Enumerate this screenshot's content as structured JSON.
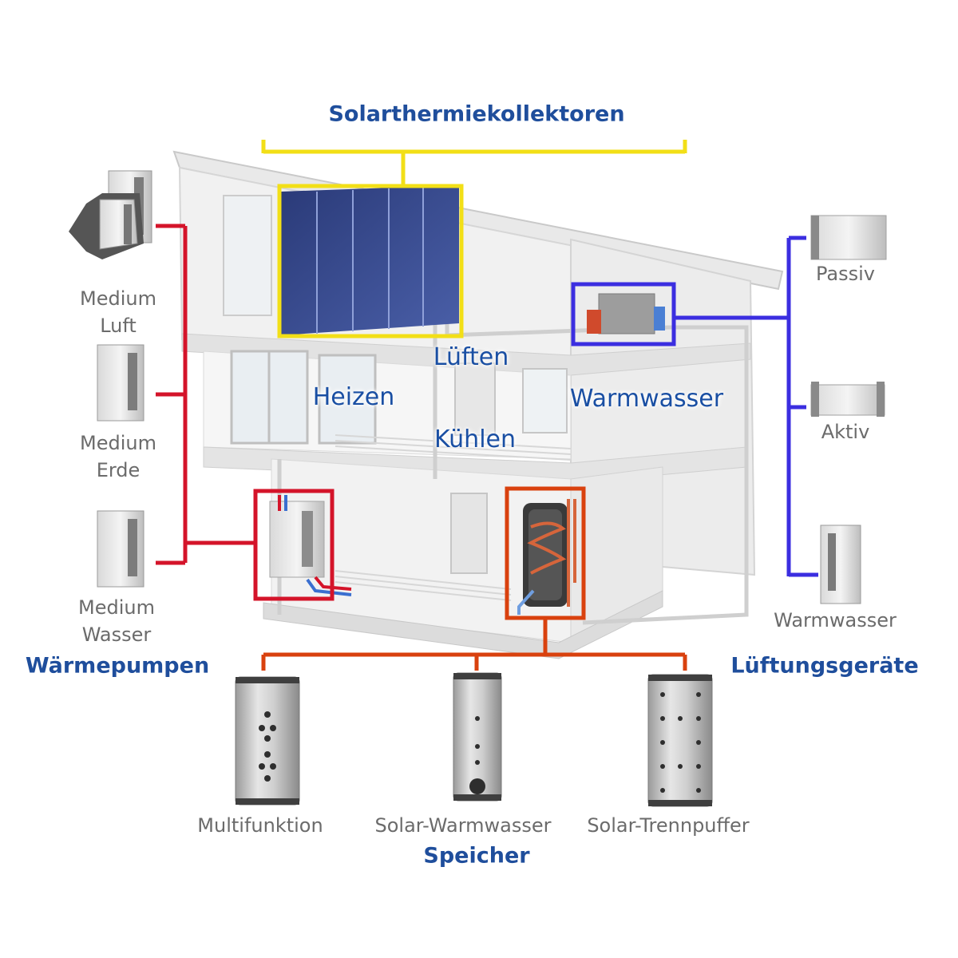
{
  "header": {
    "title": "Solarthermiekollektoren"
  },
  "heat_pumps": {
    "title": "Wärmepumpen",
    "items": [
      {
        "line1": "Medium",
        "line2": "Luft"
      },
      {
        "line1": "Medium",
        "line2": "Erde"
      },
      {
        "line1": "Medium",
        "line2": "Wasser"
      }
    ]
  },
  "ventilation": {
    "title": "Lüftungsgeräte",
    "items": [
      "Passiv",
      "Aktiv",
      "Warmwasser"
    ]
  },
  "storage": {
    "title": "Speicher",
    "items": [
      "Multifunktion",
      "Solar-Warmwasser",
      "Solar-Trennpuffer"
    ]
  },
  "house_labels": {
    "lueften": "Lüften",
    "heizen": "Heizen",
    "kuehlen": "Kühlen",
    "warmwasser": "Warmwasser"
  },
  "colors": {
    "solar": "#f2df17",
    "heat_pump": "#d4142a",
    "ventilation": "#3b2ee0",
    "storage": "#d9410e",
    "text_blue": "#1f4e9c"
  }
}
